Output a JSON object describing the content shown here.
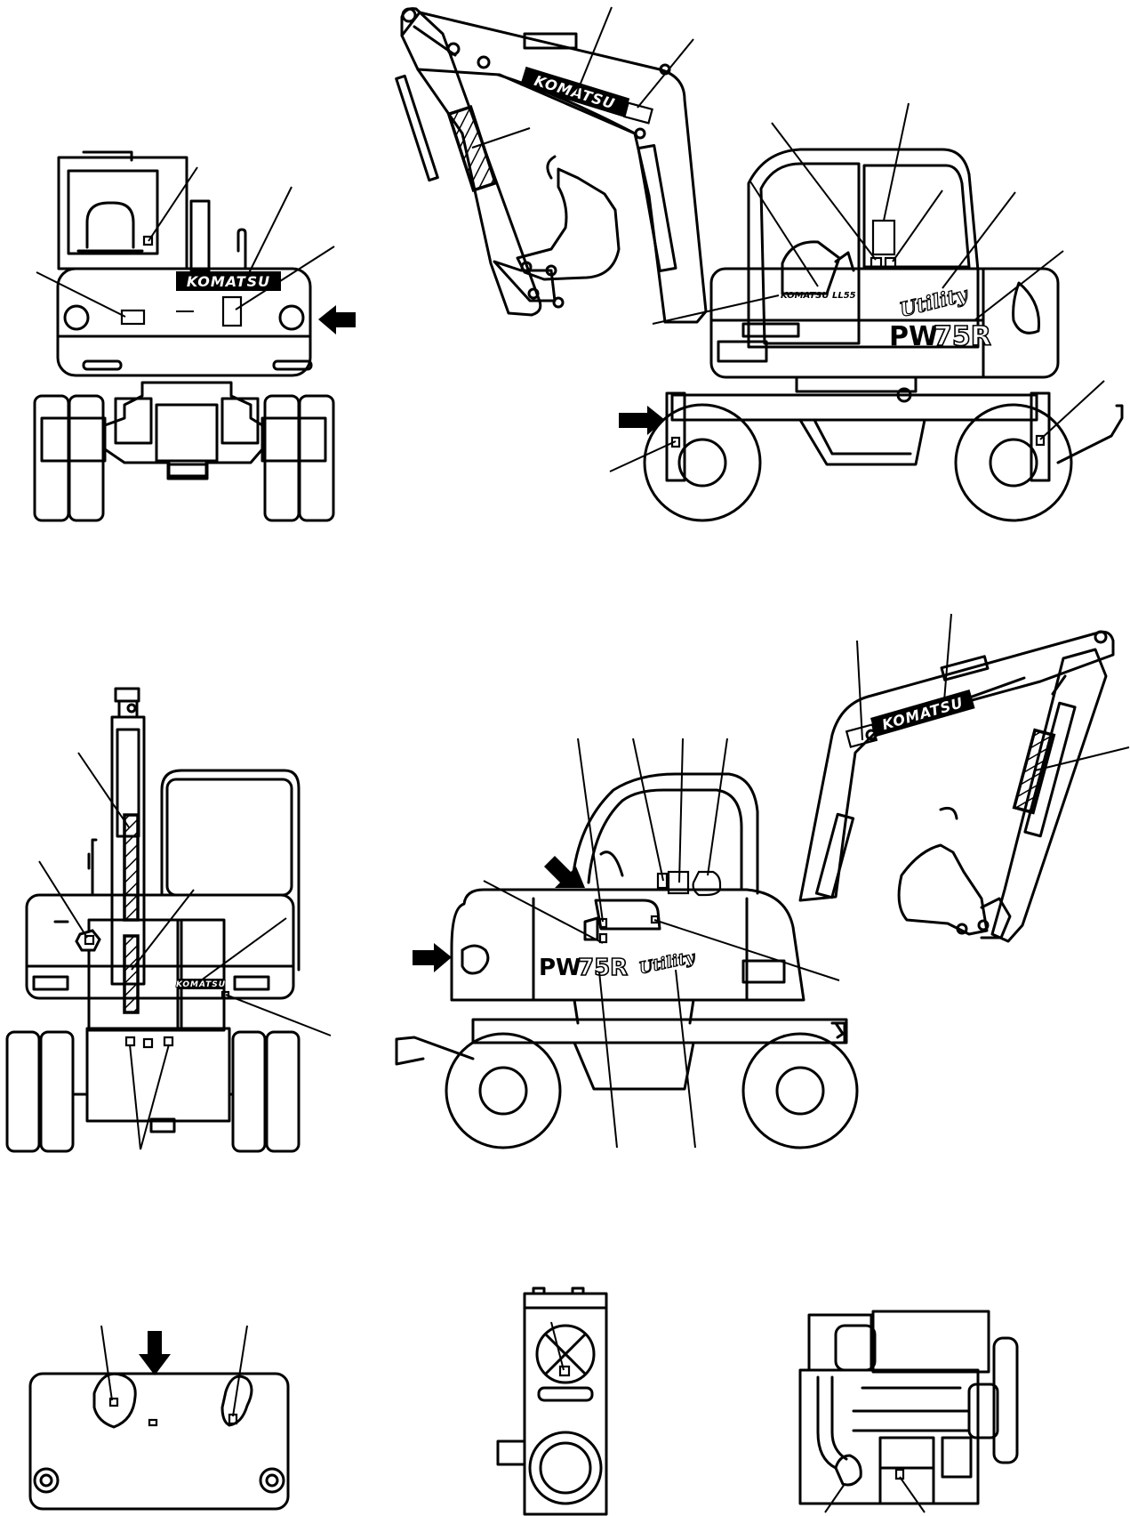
{
  "brand": {
    "logo_text": "KOMATSU",
    "cab_badge_text": "KOMATSU LL55"
  },
  "model": {
    "prefix": "PW",
    "number": "75R",
    "series_script": "Utility"
  },
  "icons": [
    "arrow-icon"
  ],
  "colors": {
    "line": "#000000",
    "background": "#ffffff"
  }
}
